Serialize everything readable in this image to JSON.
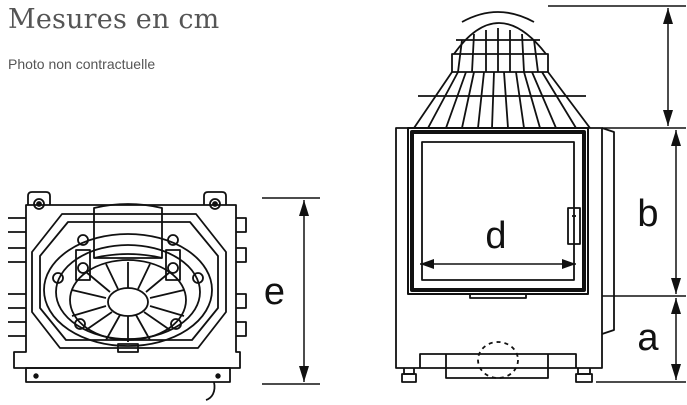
{
  "header": {
    "title": "Mesures en cm",
    "subtitle": "Photo non contractuelle"
  },
  "dimensions": {
    "a": "a",
    "b": "b",
    "d": "d",
    "e": "e"
  },
  "colors": {
    "line": "#111111",
    "text_gray": "#555555",
    "background": "#ffffff"
  }
}
